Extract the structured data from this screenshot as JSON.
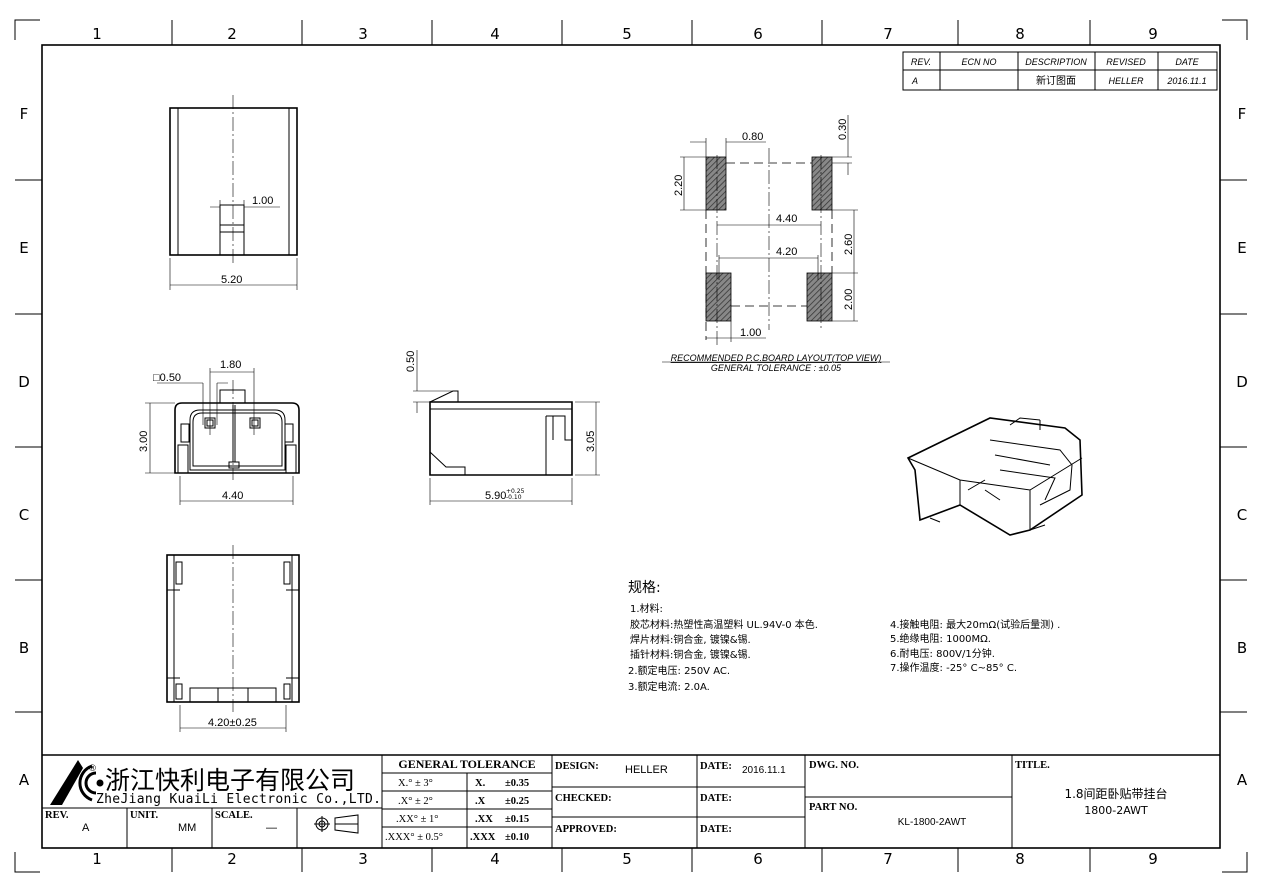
{
  "zones": {
    "columns": [
      "1",
      "2",
      "3",
      "4",
      "5",
      "6",
      "7",
      "8",
      "9"
    ],
    "rows": [
      "F",
      "E",
      "D",
      "C",
      "B",
      "A"
    ]
  },
  "revision_table": {
    "headers": [
      "REV.",
      "ECN NO",
      "DESCRIPTION",
      "REVISED",
      "DATE"
    ],
    "row": [
      "A",
      "",
      "新订图面",
      "HELLER",
      "2016.11.1"
    ]
  },
  "views": {
    "top": {
      "dim_slot": "1.00",
      "dim_width": "5.20"
    },
    "front": {
      "dim_square": "□0.50",
      "dim_pitch": "1.80",
      "dim_height": "3.00",
      "dim_width": "4.40"
    },
    "side": {
      "dim_top": "0.50",
      "dim_height": "3.05",
      "dim_length": "5.90",
      "dim_length_tol_plus": "+0.25",
      "dim_length_tol_minus": "-0.10"
    },
    "bottom": {
      "dim_width": "4.20±0.25"
    },
    "pcb": {
      "dims": {
        "pad_w": "0.80",
        "offset": "0.30",
        "pad_h": "2.20",
        "span_top": "4.40",
        "gap": "2.60",
        "span_bottom": "4.20",
        "pad_h2": "2.00",
        "pad_w2": "1.00"
      },
      "caption": "RECOMMENDED P.C.BOARD LAYOUT(TOP VIEW)",
      "tolerance": "GENERAL TOLERANCE : ±0.05"
    }
  },
  "specs": {
    "title": "规格:",
    "left": [
      "1.材料:",
      "  胶芯材料:热塑性高温塑料 UL.94V-0 本色.",
      "  焊片材料:铜合金, 镀镍&锡.",
      "  插针材料:铜合金, 镀镍&锡.",
      "2.额定电压: 250V AC.",
      "3.额定电流: 2.0A."
    ],
    "right": [
      "4.接触电阻: 最大20mΩ(试验后量测) .",
      "5.绝缘电阻: 1000MΩ.",
      "6.耐电压: 800V/1分钟.",
      "7.操作温度: -25° C~85° C."
    ]
  },
  "title_block": {
    "company_cn": "浙江快利电子有限公司",
    "company_en": "ZheJiang KuaiLi Electronic Co.,LTD.",
    "registered": "®",
    "rev_label": "REV.",
    "rev_value": "A",
    "unit_label": "UNIT.",
    "unit_value": "MM",
    "scale_label": "SCALE.",
    "scale_value": "—",
    "projection_icon": "first-angle-projection-icon",
    "tolerance_header": "GENERAL TOLERANCE",
    "tolerance_angles": [
      "X.° ± 3°",
      ".X° ± 2°",
      ".XX° ± 1°",
      ".XXX° ± 0.5°"
    ],
    "tolerance_linear": [
      [
        "X.",
        "±0.35"
      ],
      [
        ".X",
        "±0.25"
      ],
      [
        ".XX",
        "±0.15"
      ],
      [
        ".XXX",
        "±0.10"
      ]
    ],
    "design_label": "DESIGN:",
    "design_value": "HELLER",
    "checked_label": "CHECKED:",
    "approved_label": "APPROVED:",
    "date_label": "DATE:",
    "date_value": "2016.11.1",
    "dwg_no_label": "DWG. NO.",
    "part_no_label": "PART NO.",
    "part_no_value": "KL-1800-2AWT",
    "title_label": "TITLE.",
    "title_line1": "1.8间距卧贴带挂台",
    "title_line2": "1800-2AWT"
  }
}
